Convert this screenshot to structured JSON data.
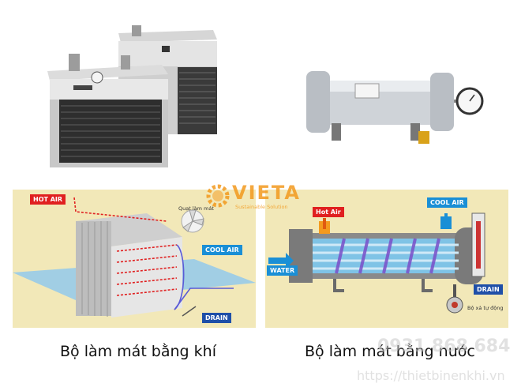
{
  "watermark": {
    "brand": "VIETA",
    "tagline": "Sustainable Solution",
    "phone": "0931 868 684",
    "url": "https://thietbinenkhi.vn"
  },
  "air_cooler": {
    "labels": {
      "hot_air": "HOT AIR",
      "fan": "Quạt làm mát",
      "cool_air": "COOL AIR",
      "drain": "DRAIN"
    },
    "caption": "Bộ làm mát bằng khí"
  },
  "water_cooler": {
    "labels": {
      "hot_air": "Hot Air",
      "cool_air": "COOL AIR",
      "water": "WATER",
      "drain": "DRAIN",
      "auto_drain": "Bộ xả tự động"
    },
    "caption": "Bộ làm mát bằng nước"
  },
  "colors": {
    "panel_bg": "#f2e8b8",
    "hot": "#e02020",
    "cool": "#1a8fd6",
    "drain": "#1f4fa8",
    "brand_orange": "#f39a1e"
  }
}
